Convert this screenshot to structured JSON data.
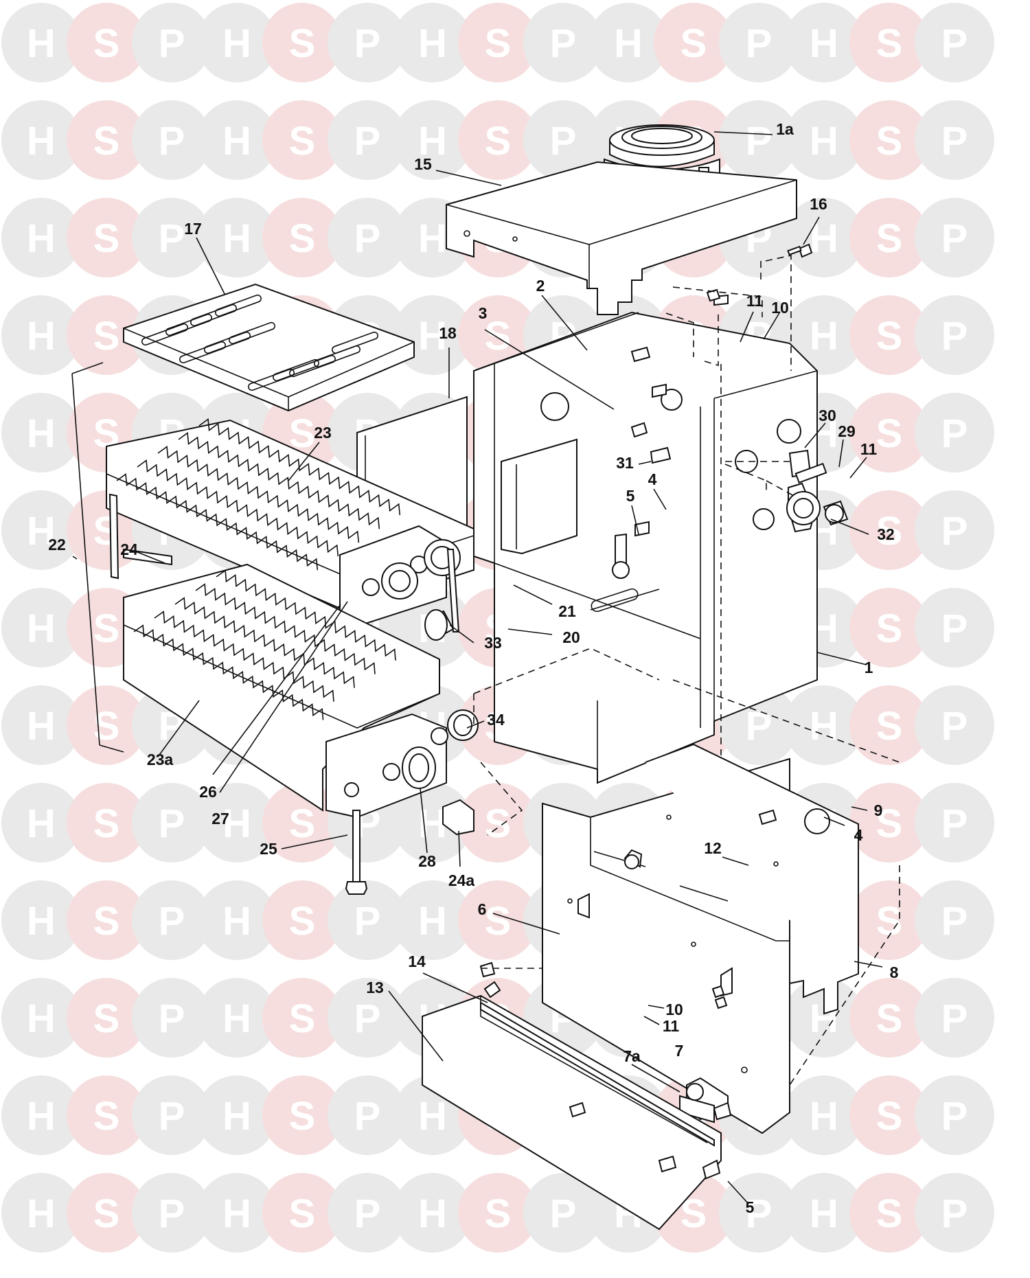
{
  "watermark": {
    "letters": [
      "H",
      "S",
      "P"
    ],
    "colors": {
      "h": "#e9e9e9",
      "s": "#f6dede",
      "p": "#e9e9e9",
      "letter": "#ffffff"
    }
  },
  "colors": {
    "line": "#111111",
    "paper": "#ffffff"
  },
  "callouts": {
    "c1a": "1a",
    "c15": "15",
    "c16": "16",
    "c17": "17",
    "c2": "2",
    "c3": "3",
    "c18": "18",
    "c11a": "11",
    "c10a": "10",
    "c22": "22",
    "c23": "23",
    "c30": "30",
    "c29": "29",
    "c11b": "11",
    "c31": "31",
    "c4a": "4",
    "c5a": "5",
    "c32": "32",
    "c24": "24",
    "c21": "21",
    "c20": "20",
    "c33": "33",
    "c1": "1",
    "c34": "34",
    "c23a": "23a",
    "c26": "26",
    "c27": "27",
    "c9": "9",
    "c4b": "4",
    "c12": "12",
    "c25": "25",
    "c28": "28",
    "c24a": "24a",
    "c6": "6",
    "c14": "14",
    "c13": "13",
    "c8": "8",
    "c10b": "10",
    "c11c": "11",
    "c7": "7",
    "c7a": "7a",
    "c5b": "5"
  }
}
